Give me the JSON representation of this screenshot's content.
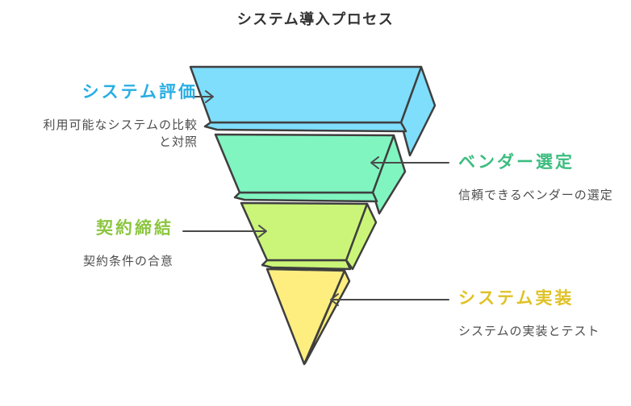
{
  "title": "システム導入プロセス",
  "funnel": {
    "stroke_color": "#3f3f3f",
    "arrow_color": "#4a4a4a",
    "stages": [
      {
        "label": "システム評価",
        "description": "利用可能なシステムの比較と対照",
        "fill_color": "#7edefb",
        "label_color": "#29aee4",
        "side": "left"
      },
      {
        "label": "ベンダー選定",
        "description": "信頼できるベンダーの選定",
        "fill_color": "#80f5c0",
        "label_color": "#3dbd80",
        "side": "right"
      },
      {
        "label": "契約締結",
        "description": "契約条件の合意",
        "fill_color": "#cbf578",
        "label_color": "#8cc63f",
        "side": "left"
      },
      {
        "label": "システム実装",
        "description": "システムの実装とテスト",
        "fill_color": "#fdee7f",
        "label_color": "#e0c226",
        "side": "right"
      }
    ]
  }
}
